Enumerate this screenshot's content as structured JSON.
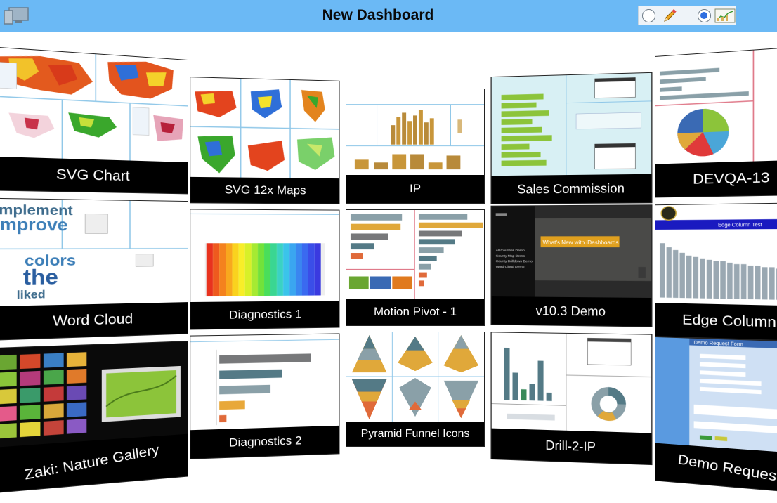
{
  "header": {
    "title": "New Dashboard"
  },
  "tiles": [
    {
      "label": "SVG Chart"
    },
    {
      "label": "SVG 12x Maps"
    },
    {
      "label": "IP"
    },
    {
      "label": "Sales Commission"
    },
    {
      "label": "DEVQA-13"
    },
    {
      "label": "Word Cloud"
    },
    {
      "label": "Diagnostics 1"
    },
    {
      "label": "Motion Pivot - 1"
    },
    {
      "label": "v10.3 Demo"
    },
    {
      "label": "Edge Column"
    },
    {
      "label": "Zaki: Nature Gallery"
    },
    {
      "label": "Diagnostics 2"
    },
    {
      "label": "Pyramid Funnel Icons"
    },
    {
      "label": "Drill-2-IP"
    },
    {
      "label": "Demo Request"
    }
  ],
  "thumb_text": {
    "word_cloud": [
      "implement",
      "improve",
      "colors",
      "the",
      "liked"
    ],
    "v103": [
      "What's New with iDashboards",
      "All Counties Demo",
      "County Map Demo",
      "County Drilldown Demo",
      "Word Cloud Demo"
    ],
    "demo_request": "Demo Request Form",
    "edge_column": "Edge Column Test"
  },
  "colors": {
    "header": "#6bb9f5",
    "caption_bg": "#000000",
    "caption_text": "#ffffff"
  }
}
